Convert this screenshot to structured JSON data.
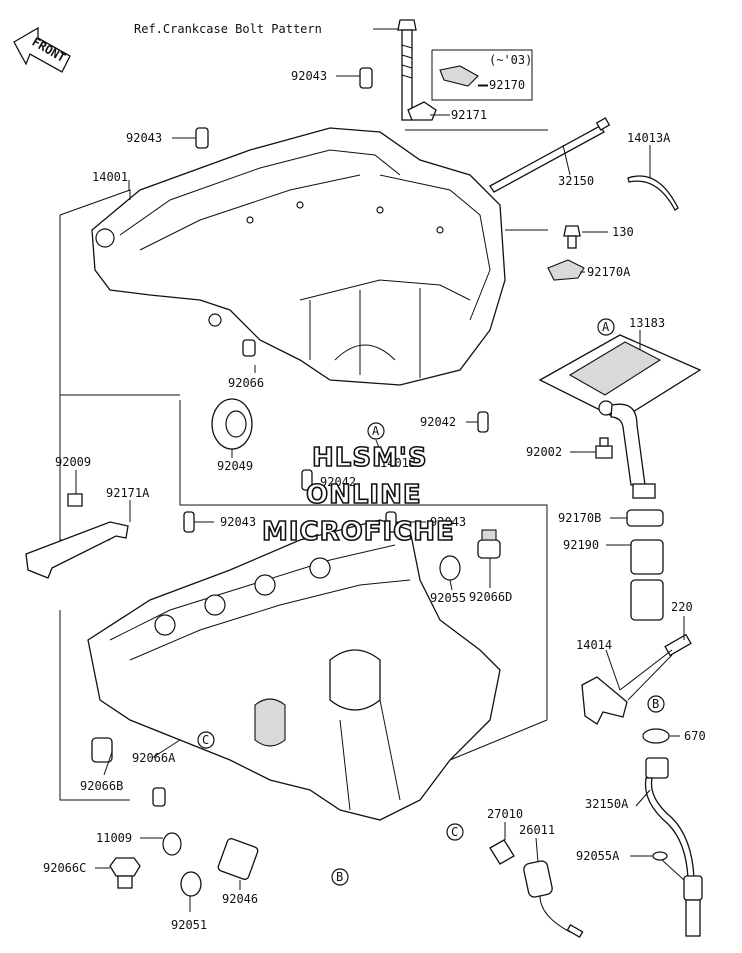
{
  "diagram": {
    "ref_note": "Ref.Crankcase Bolt Pattern",
    "front_arrow": "FRONT",
    "version_note": "(~'03)",
    "watermark": [
      "HLSM'S",
      "ONLINE",
      "MICROFICHE"
    ],
    "markers": [
      "A",
      "A",
      "B",
      "B",
      "C",
      "C"
    ],
    "parts": [
      "92043",
      "92170",
      "92171",
      "92043",
      "14001",
      "32150",
      "14013A",
      "130",
      "92170A",
      "13183",
      "92066",
      "92042",
      "92049",
      "14013",
      "92042",
      "92002",
      "92009",
      "92171A",
      "92043",
      "92043",
      "92170B",
      "92190",
      "92055",
      "92066D",
      "220",
      "14014",
      "670",
      "92066A",
      "92066B",
      "32150A",
      "11009",
      "27010",
      "26011",
      "92055A",
      "92066C",
      "92046",
      "92051"
    ]
  }
}
